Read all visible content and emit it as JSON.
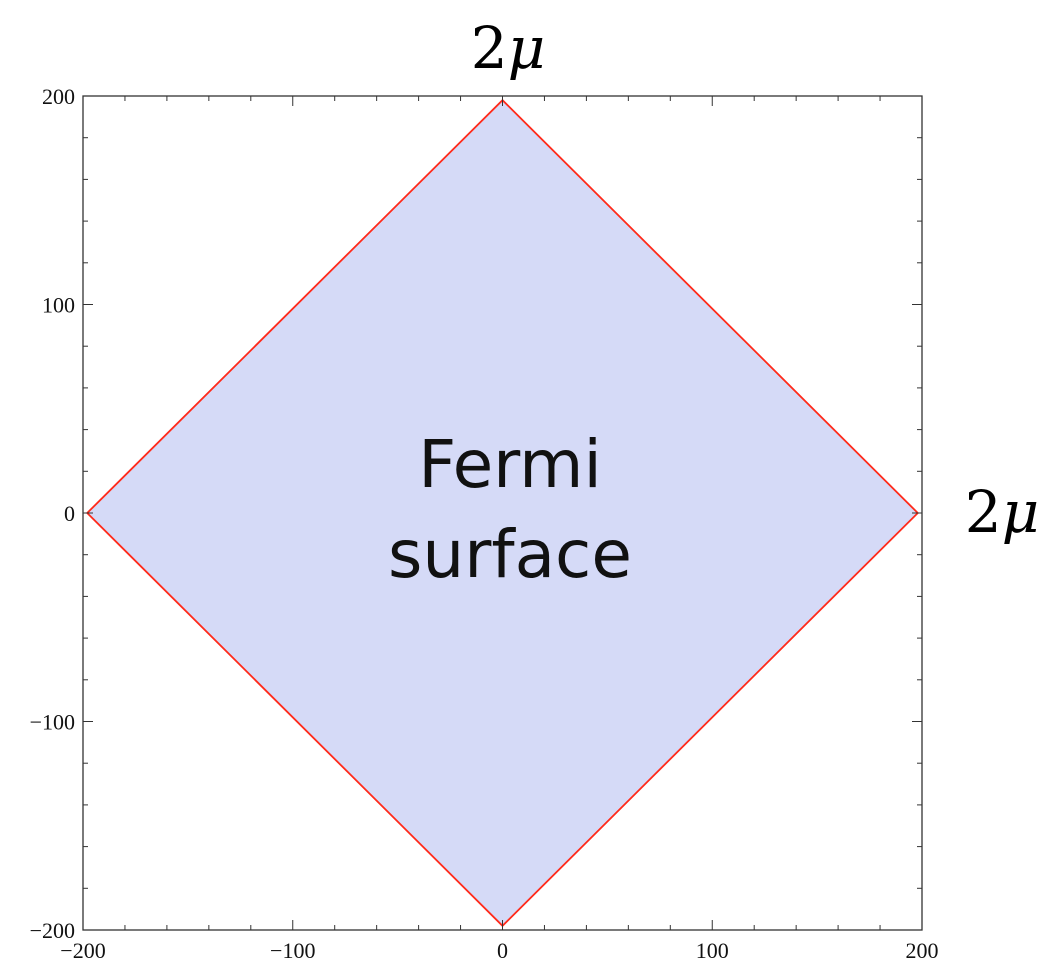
{
  "chart_data": {
    "type": "area",
    "xlim": [
      -200,
      200
    ],
    "ylim": [
      -200,
      200
    ],
    "x_ticks": [
      -200,
      -100,
      0,
      100,
      200
    ],
    "y_ticks": [
      -200,
      -100,
      0,
      100,
      200
    ],
    "x_tick_labels": [
      "−200",
      "−100",
      "0",
      "100",
      "200"
    ],
    "y_tick_labels": [
      "−200",
      "−100",
      "0",
      "100",
      "200"
    ],
    "grid": false,
    "series": [
      {
        "boundary": [
          [
            0,
            198
          ],
          [
            198,
            0
          ],
          [
            0,
            -198
          ],
          [
            -198,
            0
          ]
        ],
        "fill_color": "#d5daf7",
        "line_color": "#ff2a1a"
      }
    ],
    "annotations": {
      "top": {
        "base": "2",
        "symbol": "μ"
      },
      "right": {
        "base": "2",
        "symbol": "μ"
      },
      "region_line1": "Fermi",
      "region_line2": "surface"
    }
  }
}
